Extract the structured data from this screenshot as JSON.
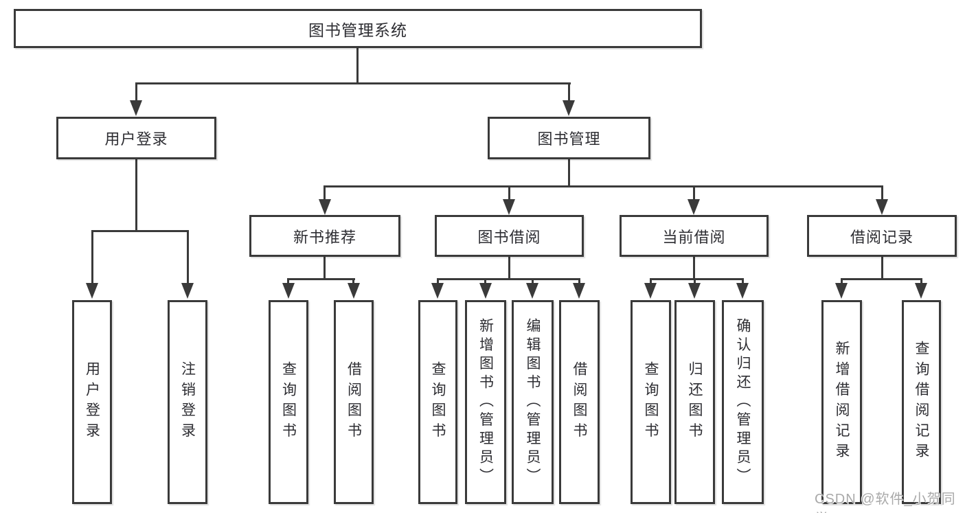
{
  "tree": {
    "root": "图书管理系统",
    "user": {
      "label": "用户登录",
      "children": [
        "用户登录",
        "注销登录"
      ]
    },
    "manage": {
      "label": "图书管理",
      "groups": [
        {
          "label": "新书推荐",
          "children": [
            "查询图书",
            "借阅图书"
          ]
        },
        {
          "label": "图书借阅",
          "children": [
            "查询图书",
            "新增图书（管理员）",
            "编辑图书（管理员）",
            "借阅图书"
          ]
        },
        {
          "label": "当前借阅",
          "children": [
            "查询图书",
            "归还图书",
            "确认归还（管理员）"
          ]
        },
        {
          "label": "借阅记录",
          "children": [
            "新增借阅记录",
            "查询借阅记录"
          ]
        }
      ]
    }
  },
  "watermark": {
    "text": "CSDN @软件_小贺同学"
  },
  "colors": {
    "line": "#3a3a3a",
    "box_border": "#3a3a3a",
    "text": "#2d2d32",
    "watermark": "#a9a9a9",
    "background": "#ffffff"
  }
}
